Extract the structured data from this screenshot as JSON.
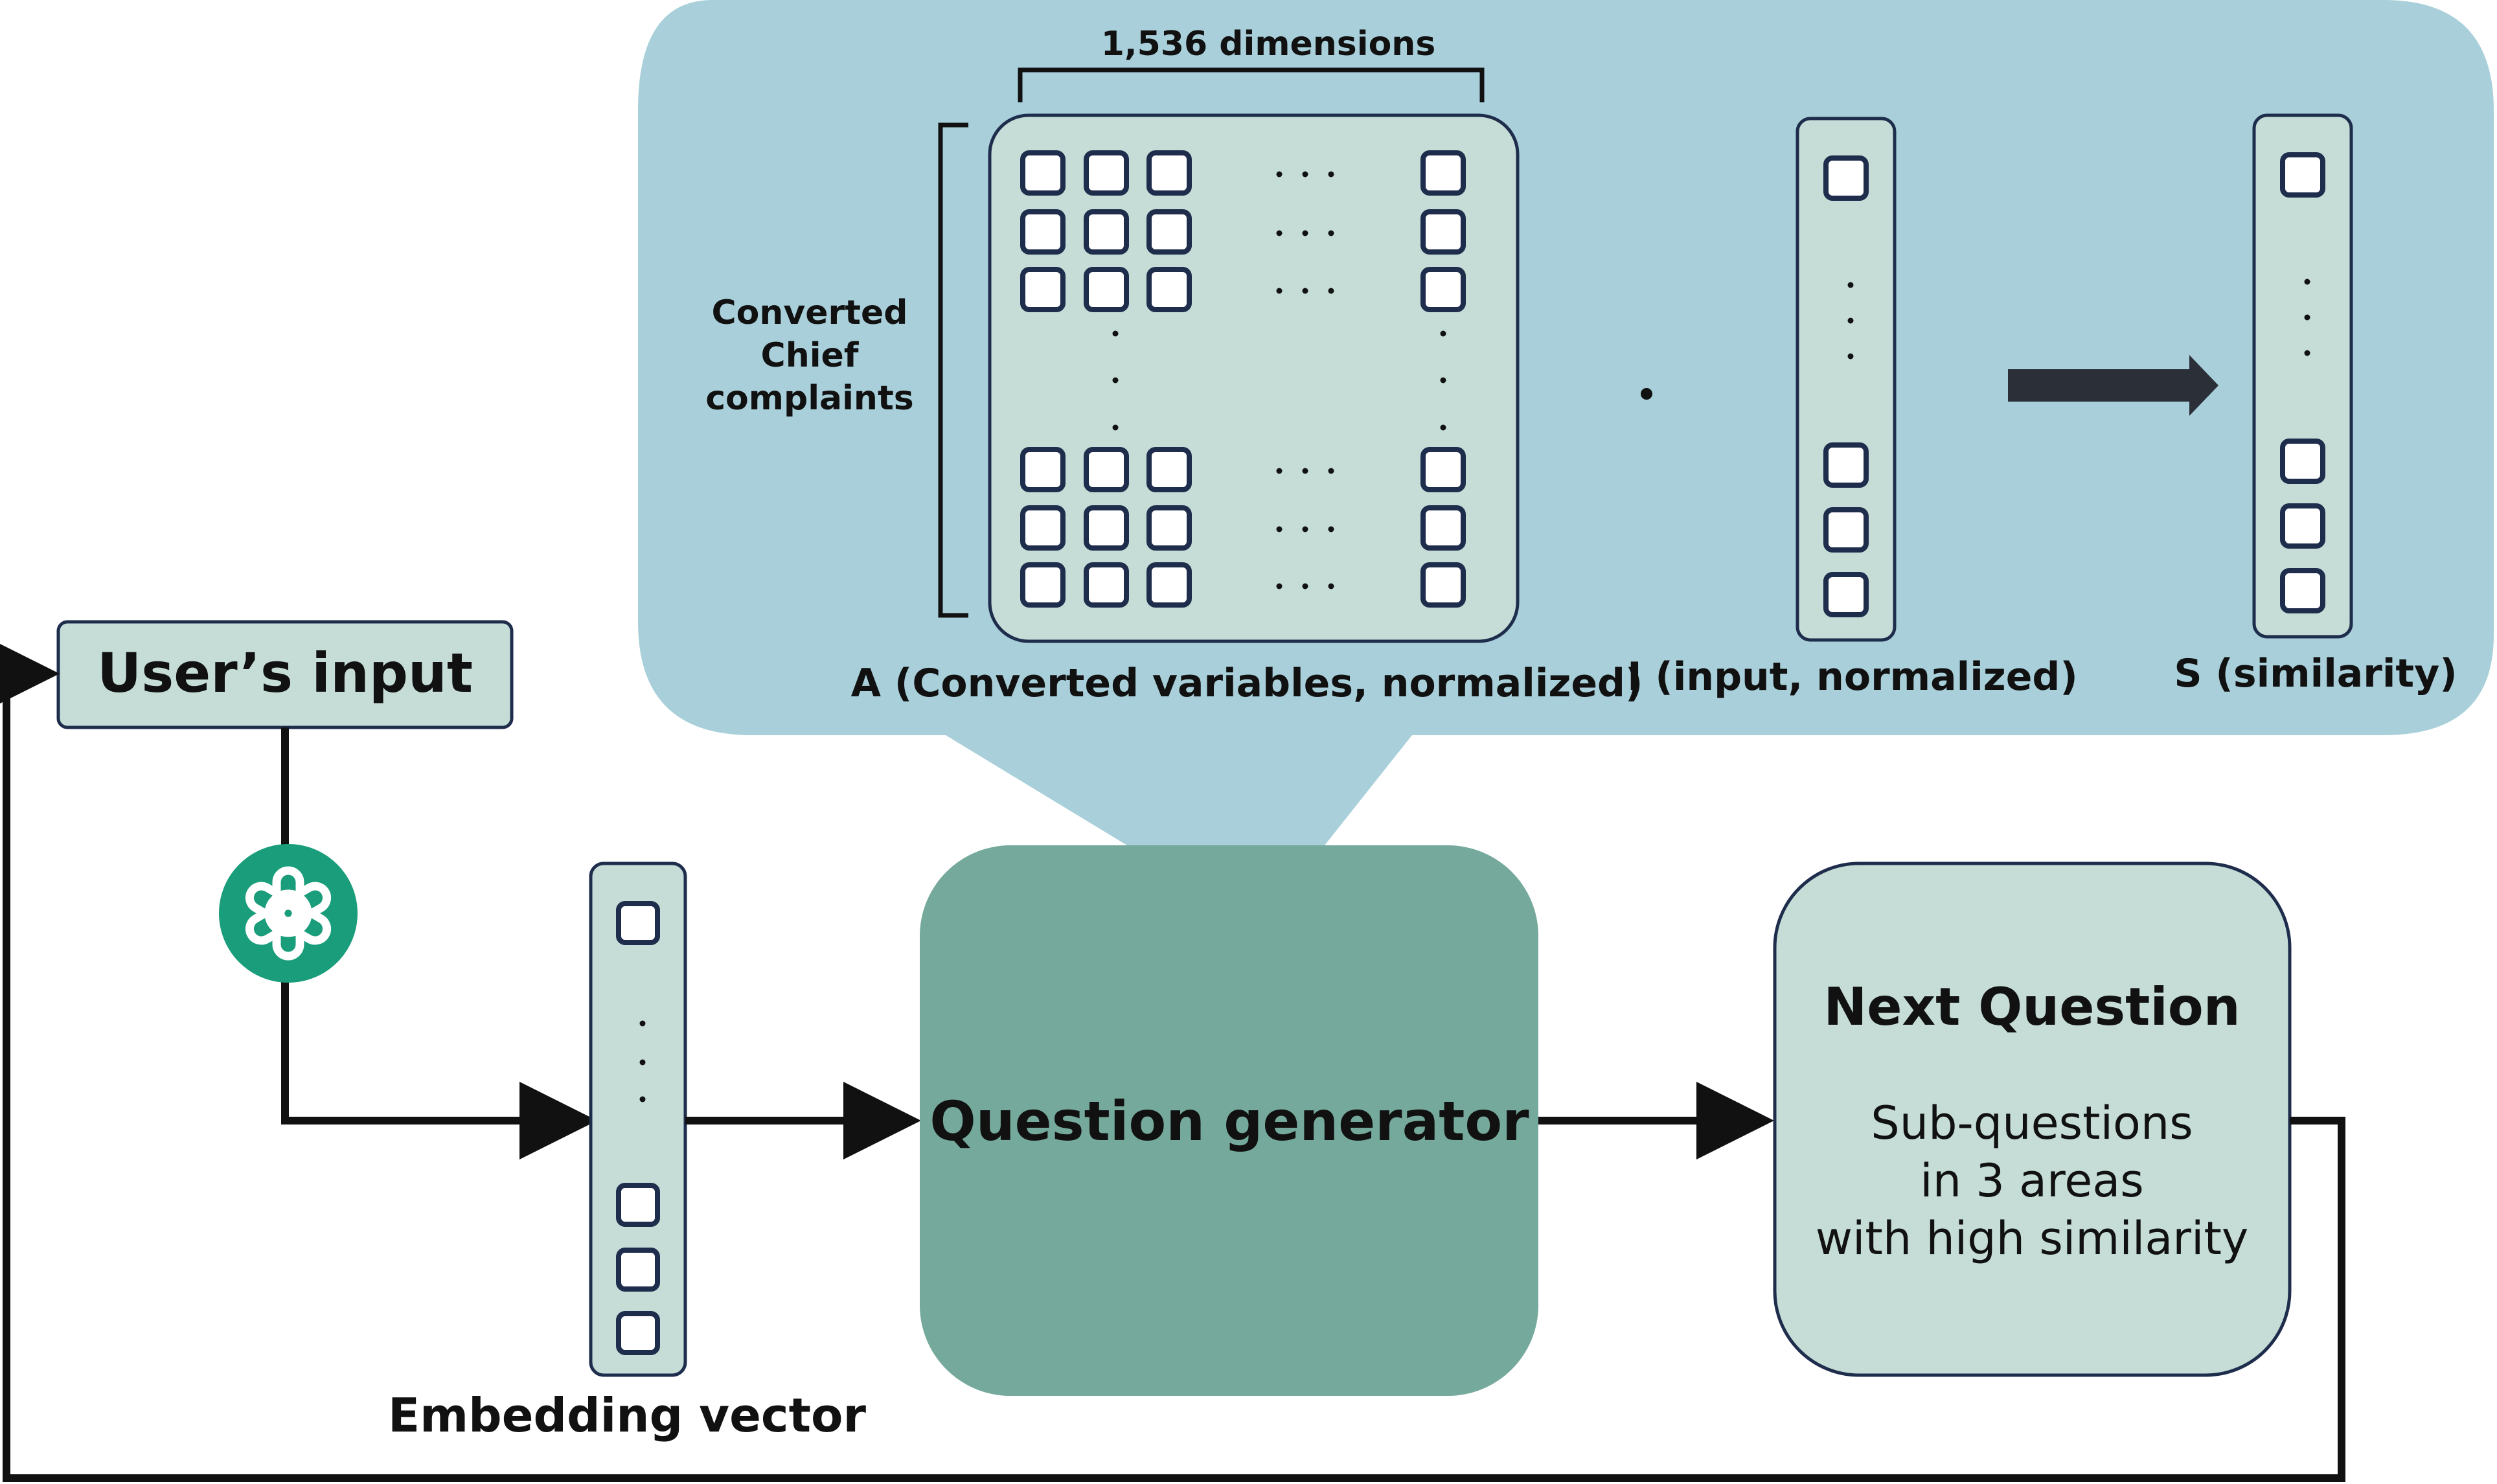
{
  "colors": {
    "callout_bg": "#a9d0da",
    "light_box": "#c5ddd6",
    "generator_box": "#75a99b",
    "cell_fill": "#ffffff",
    "cell_stroke": "#1f2d4d",
    "arrow": "#111111",
    "big_arrow": "#2a2f38",
    "openai_logo": "#199d7a"
  },
  "icons": {
    "model_logo": "openai-logo-icon"
  },
  "callout": {
    "dimension_label": "1,536 dimensions",
    "rows_label_line1": "Converted",
    "rows_label_line2": "Chief",
    "rows_label_line3": "complaints",
    "dot_operator": "·",
    "matrix_label": "A (Converted variables, normalized)",
    "input_vector_label": "I (input, normalized)",
    "similarity_vector_label": "S (similarity)"
  },
  "nodes": {
    "user_input": "User’s input",
    "embedding_vector": "Embedding vector",
    "question_generator": "Question generator",
    "next_question_title": "Next Question",
    "next_question_line1": "Sub-questions",
    "next_question_line2": "in 3 areas",
    "next_question_line3": "with high similarity"
  }
}
